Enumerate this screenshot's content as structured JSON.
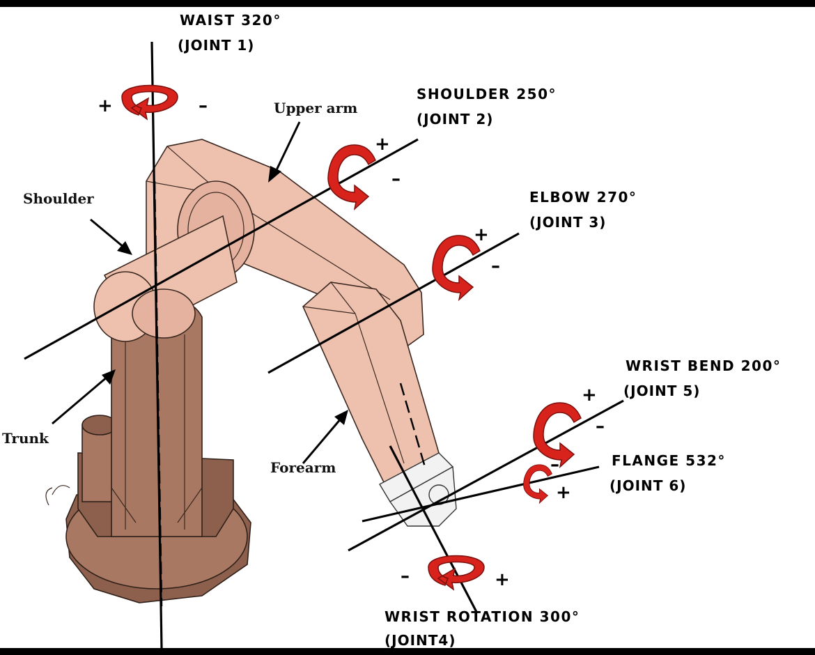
{
  "joints": {
    "waist": {
      "title": "WAIST 320°",
      "sub": "(JOINT 1)"
    },
    "shoulder": {
      "title": "SHOULDER 250°",
      "sub": "(JOINT 2)"
    },
    "elbow": {
      "title": "ELBOW 270°",
      "sub": "(JOINT 3)"
    },
    "wrist_bend": {
      "title": "WRIST BEND 200°",
      "sub": "(JOINT 5)"
    },
    "flange": {
      "title": "FLANGE 532°",
      "sub": "(JOINT 6)"
    },
    "wrist_rotation": {
      "title": "WRIST ROTATION 300°",
      "sub": "(JOINT4)"
    }
  },
  "parts": {
    "upper_arm": "Upper arm",
    "shoulder": "Shoulder",
    "trunk": "Trunk",
    "forearm": "Forearm"
  },
  "signs": {
    "plus": "+",
    "minus": "–"
  },
  "colors": {
    "rotation_arrow": "#d8231d",
    "arm_body": "#eec0ae",
    "trunk": "#a97862"
  }
}
